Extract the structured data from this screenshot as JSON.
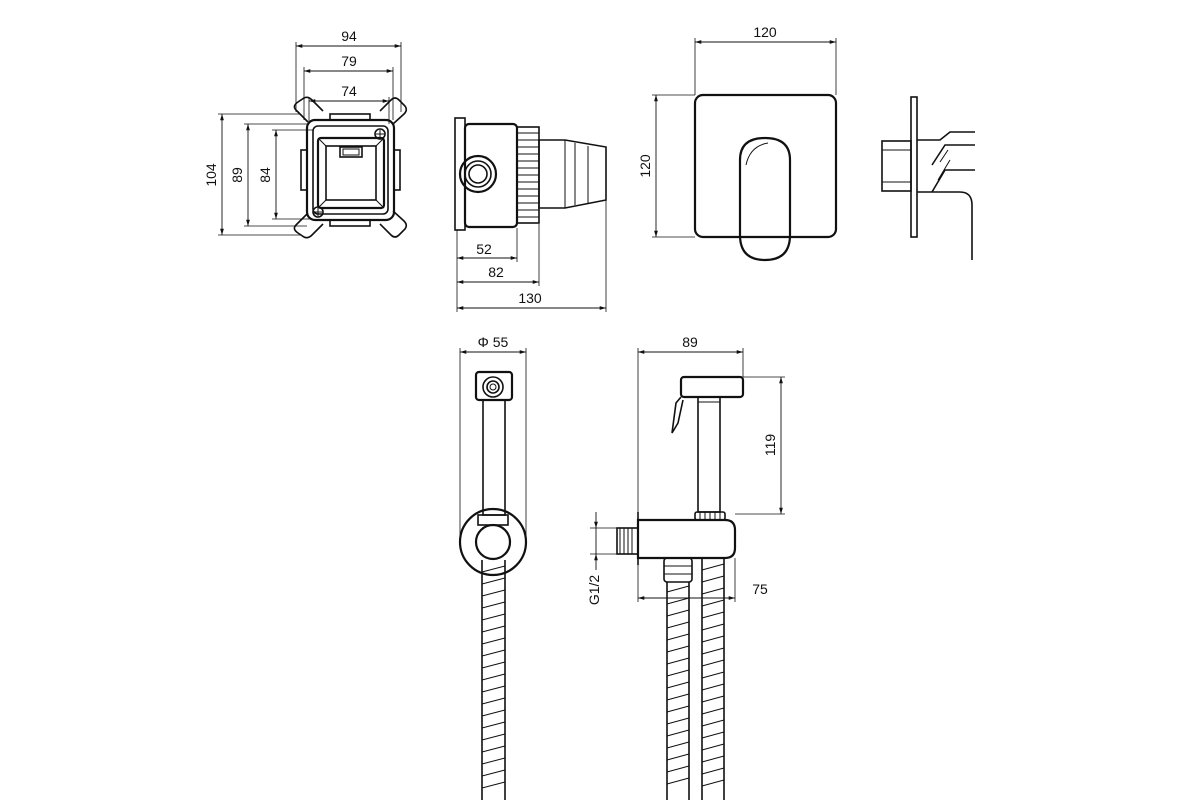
{
  "dimensions": {
    "box_outer_width": "94",
    "box_mid_width": "79",
    "box_inner_width": "74",
    "box_outer_height": "104",
    "box_mid_height": "89",
    "box_inner_height": "84",
    "side_depth_1": "52",
    "side_depth_2": "82",
    "side_depth_3": "130",
    "plate_width": "120",
    "plate_height": "120",
    "holder_diameter": "Φ 55",
    "spray_width": "89",
    "spray_height": "119",
    "thread": "G1/2",
    "connector_depth": "75"
  }
}
